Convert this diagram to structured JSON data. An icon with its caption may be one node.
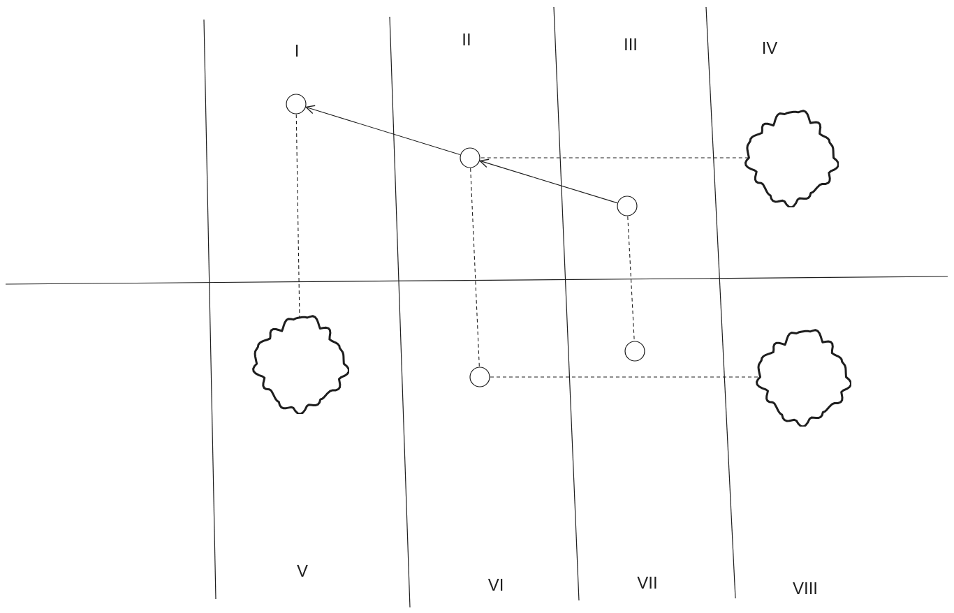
{
  "diagram": {
    "nodes": [
      {
        "text": [],
        "shape": "circle"
      },
      {
        "text": [],
        "shape": "circle"
      },
      {
        "text": [],
        "shape": "blob"
      },
      {
        "text": [],
        "shape": "circle"
      },
      {
        "text": [],
        "shape": "blob"
      },
      {
        "text": [],
        "shape": "circle"
      },
      {
        "text": [],
        "shape": "circle"
      },
      {
        "text": [],
        "shape": "blob"
      }
    ],
    "edges": [
      {
        "from": 1,
        "to": 0,
        "arrow": "to"
      },
      {
        "from": 3,
        "to": 1,
        "arrow": "to"
      },
      {
        "from": 2,
        "to": 1,
        "arrow": "none",
        "style": "dashed"
      },
      {
        "from": 0,
        "to": 4,
        "arrow": "none",
        "style": "dashed"
      },
      {
        "from": 1,
        "to": 6,
        "arrow": "none",
        "style": "dashed"
      },
      {
        "from": 3,
        "to": 5,
        "arrow": "none",
        "style": "dashed"
      },
      {
        "from": 6,
        "to": 7,
        "arrow": "none",
        "style": "dashed"
      }
    ],
    "labels": [
      "I",
      "II",
      "III",
      "IV",
      "V",
      "VI",
      "VII",
      "VIII"
    ]
  }
}
